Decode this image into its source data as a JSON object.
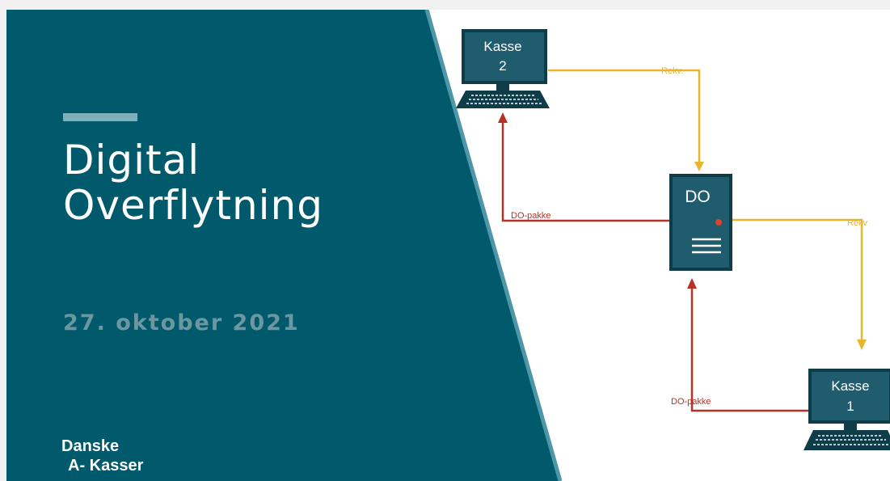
{
  "slide": {
    "title_line1": "Digital",
    "title_line2": "Overflytning",
    "date": "27. oktober 2021",
    "logo_line1": "Danske",
    "logo_line2": "A- Kasser"
  },
  "diagram": {
    "kasse2": {
      "line1": "Kasse",
      "line2": "2"
    },
    "kasse1": {
      "line1": "Kasse",
      "line2": "1"
    },
    "do": {
      "label": "DO"
    },
    "edges": {
      "kasse2_to_do": "Rekv.",
      "do_to_kasse1": "Rekv",
      "do_to_kasse2": "DO-pakke",
      "kasse1_to_do": "DO-pakke"
    }
  },
  "colors": {
    "panel": "#005a6c",
    "panel_edge": "#4f97a8",
    "request_arrow": "#e8b62c",
    "package_arrow": "#b63224",
    "box_fill": "#1f5c6d",
    "box_stroke": "#0e3d49"
  },
  "icons": [
    "computer-icon",
    "server-icon"
  ]
}
